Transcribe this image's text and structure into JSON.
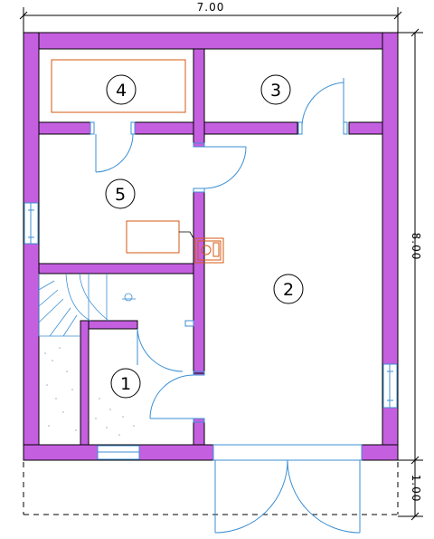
{
  "dimensions": {
    "width": "7.00",
    "height": "8.00",
    "porch": "1.00"
  },
  "rooms": [
    {
      "number": "1"
    },
    {
      "number": "2"
    },
    {
      "number": "3"
    },
    {
      "number": "4"
    },
    {
      "number": "5"
    }
  ],
  "colors": {
    "wall": "#c45fe0",
    "outline": "#000000",
    "door": "#3b8fd4",
    "fixture": "#d55a10"
  }
}
